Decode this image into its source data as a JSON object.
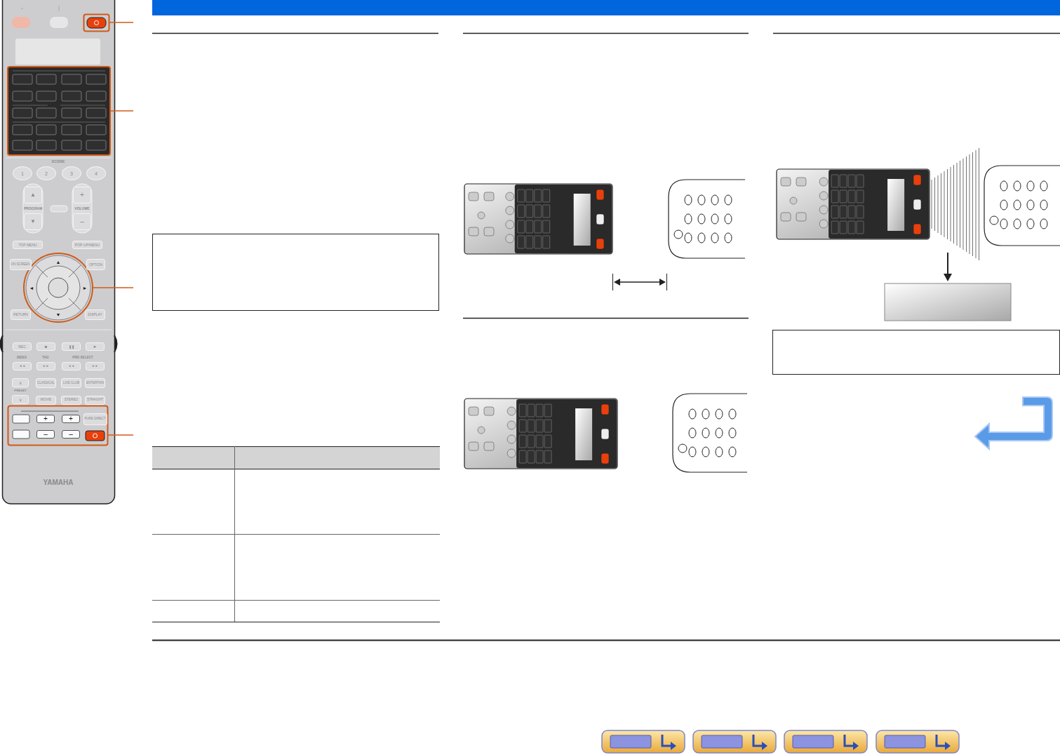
{
  "diagram": {
    "nodes": [
      {
        "text": [
          "1"
        ]
      },
      {
        "text": [
          "2"
        ]
      },
      {
        "text": [
          "3"
        ]
      },
      {
        "text": [
          "4"
        ]
      },
      {
        "text": [
          "▲"
        ]
      },
      {
        "text": [
          "▼"
        ]
      },
      {
        "text": [
          "+"
        ]
      },
      {
        "text": [
          "–"
        ]
      },
      {
        "text": [
          "TOP MENU"
        ]
      },
      {
        "text": [
          "POP-UP/MENU"
        ]
      },
      {
        "text": [
          "ON SCREEN"
        ]
      },
      {
        "text": [
          "OPTION"
        ]
      },
      {
        "text": [
          "RETURN"
        ]
      },
      {
        "text": [
          "DISPLAY"
        ]
      },
      {
        "text": [
          "REC"
        ]
      },
      {
        "text": [
          "■"
        ]
      },
      {
        "text": [
          "❚❚"
        ]
      },
      {
        "text": [
          "►"
        ]
      },
      {
        "text": [
          "◄◄"
        ]
      },
      {
        "text": [
          "►►"
        ]
      },
      {
        "text": [
          "◄◄"
        ]
      },
      {
        "text": [
          "►►"
        ]
      },
      {
        "text": [
          "∧"
        ]
      },
      {
        "text": [
          "∨"
        ]
      },
      {
        "text": [
          "CLASSICAL"
        ]
      },
      {
        "text": [
          "LIVE CLUB"
        ]
      },
      {
        "text": [
          "ENTERTAIN"
        ]
      },
      {
        "text": [
          "MOVIE"
        ]
      },
      {
        "text": [
          "STEREO"
        ]
      },
      {
        "text": [
          "STRAIGHT"
        ]
      },
      {
        "text": [
          "+"
        ]
      },
      {
        "text": [
          "–"
        ]
      },
      {
        "text": [
          "+"
        ]
      },
      {
        "text": [
          "–"
        ]
      },
      {
        "text": [
          "PURE DIRECT"
        ]
      }
    ],
    "labels": [
      "SCENE",
      "PROGRAM",
      "VOLUME",
      "▲",
      "◄",
      "►",
      "▼",
      "INDEX",
      "TAG",
      "PRG SELECT",
      "PRESET",
      "YAMAHA"
    ]
  }
}
